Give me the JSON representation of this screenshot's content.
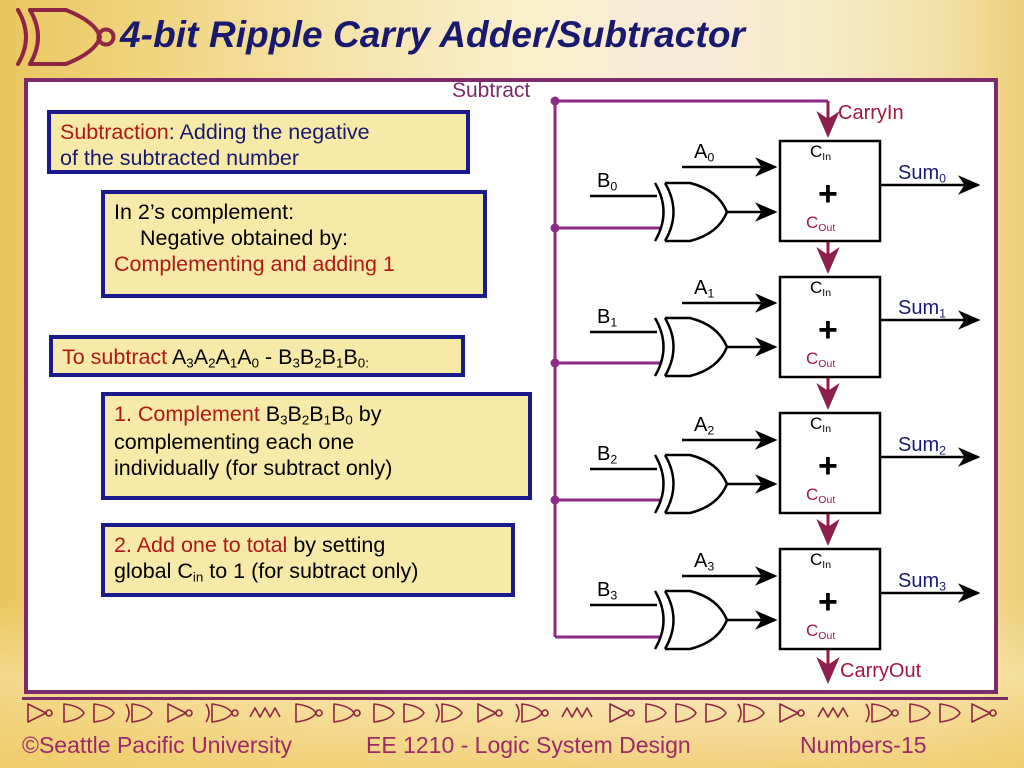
{
  "title": "4-bit Ripple Carry Adder/Subtractor",
  "logo": {
    "icon": "xnor-gate-logo"
  },
  "boxes": {
    "b1": {
      "lead": "Subtraction",
      "rest": ": Adding the negative",
      "line2": "of the subtracted number"
    },
    "b2": {
      "line1": "In 2’s complement:",
      "line2": "Negative obtained by:",
      "line3": "Complementing and adding 1"
    },
    "b3": {
      "lead": "To subtract ",
      "a3": "A",
      "a3s": "3",
      "a2s": "2",
      "a1s": "1",
      "a0s": "0",
      "minus": " - ",
      "colon": ":"
    },
    "b4": {
      "lead": "1. Complement ",
      "tail": " by",
      "line2": "complementing each one",
      "line3": "individually (for subtract only)"
    },
    "b5": {
      "lead": "2. Add one to total",
      "rest": " by setting",
      "line2a": "global C",
      "line2sub": "in",
      "line2b": " to 1 (for subtract only)"
    }
  },
  "circuit": {
    "subtract_label": "Subtract",
    "carry_in_label": "CarryIn",
    "carry_out_label": "CarryOut",
    "cin_label": "C",
    "cin_sub": "In",
    "cout_label": "C",
    "cout_sub": "Out",
    "plus_label": "+",
    "rows": [
      {
        "a": "A",
        "a_sub": "0",
        "b": "B",
        "b_sub": "0",
        "sum": "Sum",
        "sum_sub": "0"
      },
      {
        "a": "A",
        "a_sub": "1",
        "b": "B",
        "b_sub": "1",
        "sum": "Sum",
        "sum_sub": "1"
      },
      {
        "a": "A",
        "a_sub": "2",
        "b": "B",
        "b_sub": "2",
        "sum": "Sum",
        "sum_sub": "2"
      },
      {
        "a": "A",
        "a_sub": "3",
        "b": "B",
        "b_sub": "3",
        "sum": "Sum",
        "sum_sub": "3"
      }
    ]
  },
  "footer": {
    "copyright": "©Seattle Pacific University",
    "course": "EE 1210 - Logic System Design",
    "page": "Numbers-15"
  },
  "colors": {
    "title": "#191970",
    "accent_purple": "#7c2a6b",
    "accent_red": "#b01818",
    "carry_red": "#a01840",
    "box_fill": "#f7e9a8",
    "box_border": "#1a1a8c",
    "footer_text": "#9a2a6a"
  }
}
